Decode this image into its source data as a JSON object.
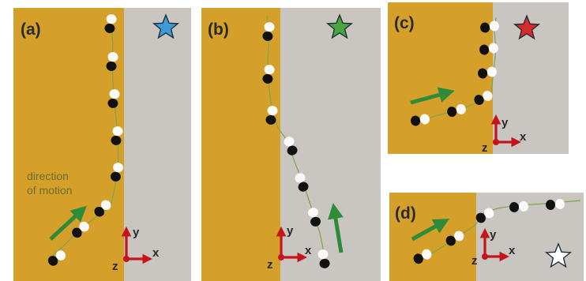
{
  "panels": {
    "a": {
      "label": "(a)",
      "star_color": "#3d9bd6"
    },
    "b": {
      "label": "(b)",
      "star_color": "#4aa63a"
    },
    "c": {
      "label": "(c)",
      "star_color": "#d92a2a"
    },
    "d": {
      "label": "(d)",
      "star_color": "#ffffff"
    }
  },
  "annotation": {
    "line1": "direction",
    "line2": "of motion"
  },
  "axes": {
    "x": "x",
    "y": "y",
    "z": "z"
  },
  "colors": {
    "gold": "#d4a02a",
    "gray": "#c9c6c2",
    "arrow_green": "#2f8a3a",
    "axis_red": "#c4141c",
    "trajectory": "#7fa34a"
  }
}
